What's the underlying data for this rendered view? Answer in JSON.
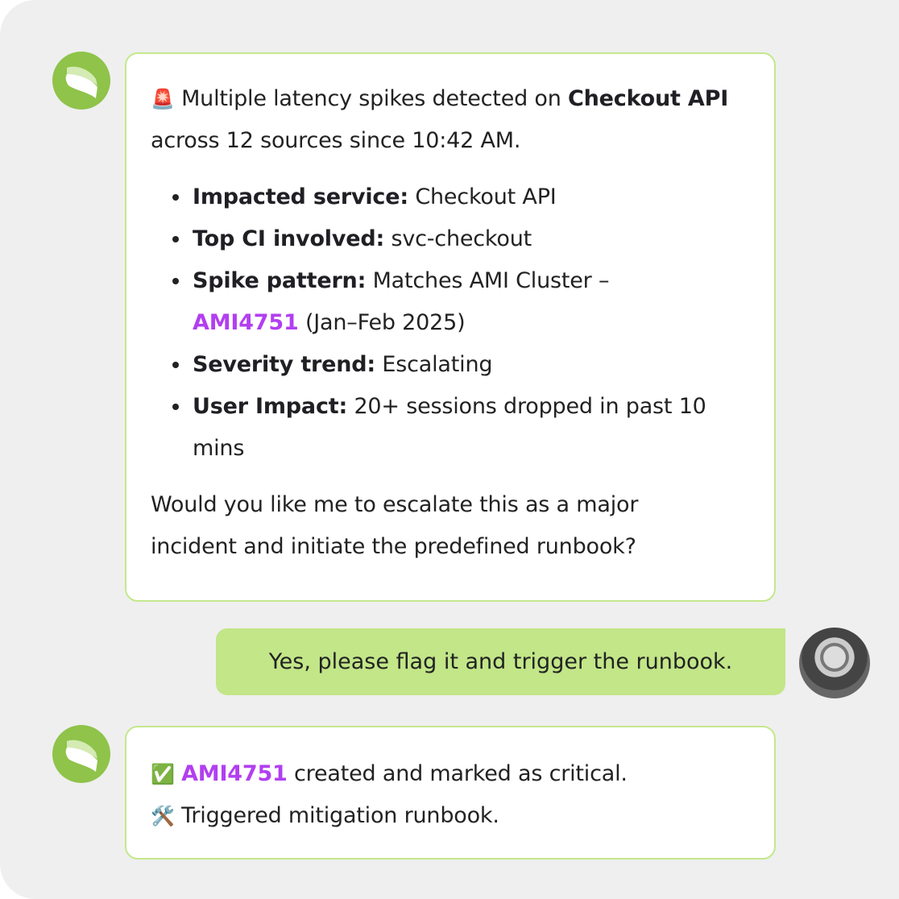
{
  "messages": [
    {
      "sender": "bot",
      "intro": {
        "icon": "🚨",
        "text1": "Multiple latency spikes detected on ",
        "bold": "Checkout API",
        "text2": " across 12 sources since 10:42 AM."
      },
      "bullets": [
        {
          "label": "Impacted service:",
          "value": " Checkout API"
        },
        {
          "label": "Top CI involved:",
          "value": " svc-checkout"
        },
        {
          "label": "Spike pattern:",
          "value": " Matches AMI Cluster – ",
          "link": "AMI4751",
          "value2": " (Jan–Feb 2025)"
        },
        {
          "label": "Severity trend:",
          "value": " Escalating"
        },
        {
          "label": "User Impact:",
          "value": " 20+ sessions dropped in past 10 mins"
        }
      ],
      "question": "Would you like me to escalate this as a major incident and initiate the predefined runbook?"
    },
    {
      "sender": "user",
      "text": "Yes, please flag it and trigger the runbook."
    },
    {
      "sender": "bot",
      "line1": {
        "icon": "✅",
        "link": "AMI4751",
        "text": " created and marked as critical."
      },
      "line2": {
        "icon": "🛠️",
        "text": " Triggered mitigation runbook."
      }
    }
  ],
  "colors": {
    "accent": "#b23ff0",
    "user_bubble": "#c2e688",
    "bot_border": "#c4e88c",
    "bot_avatar": "#8fc34a"
  }
}
